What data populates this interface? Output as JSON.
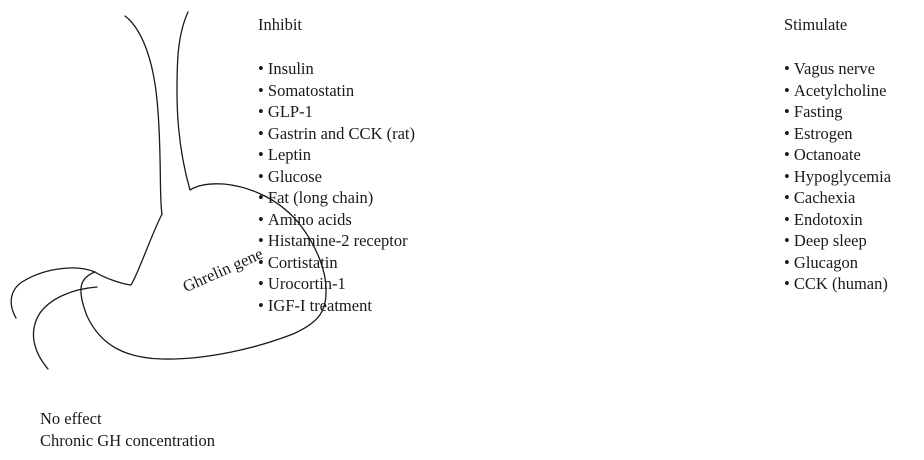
{
  "stomach": {
    "label": "Ghrelin gene"
  },
  "inhibit": {
    "heading": "Inhibit",
    "items": [
      "Insulin",
      "Somatostatin",
      "GLP-1",
      "Gastrin and CCK (rat)",
      "Leptin",
      "Glucose",
      "Fat (long chain)",
      "Amino acids",
      "Histamine-2 receptor",
      "Cortistatin",
      "Urocortin-1",
      "IGF-I treatment"
    ]
  },
  "stimulate": {
    "heading": "Stimulate",
    "items": [
      "Vagus nerve",
      "Acetylcholine",
      "Fasting",
      "Estrogen",
      "Octanoate",
      "Hypoglycemia",
      "Cachexia",
      "Endotoxin",
      "Deep sleep",
      "Glucagon",
      "CCK (human)"
    ]
  },
  "no_effect": {
    "heading": "No effect",
    "items": [
      "Chronic GH concentration"
    ]
  }
}
